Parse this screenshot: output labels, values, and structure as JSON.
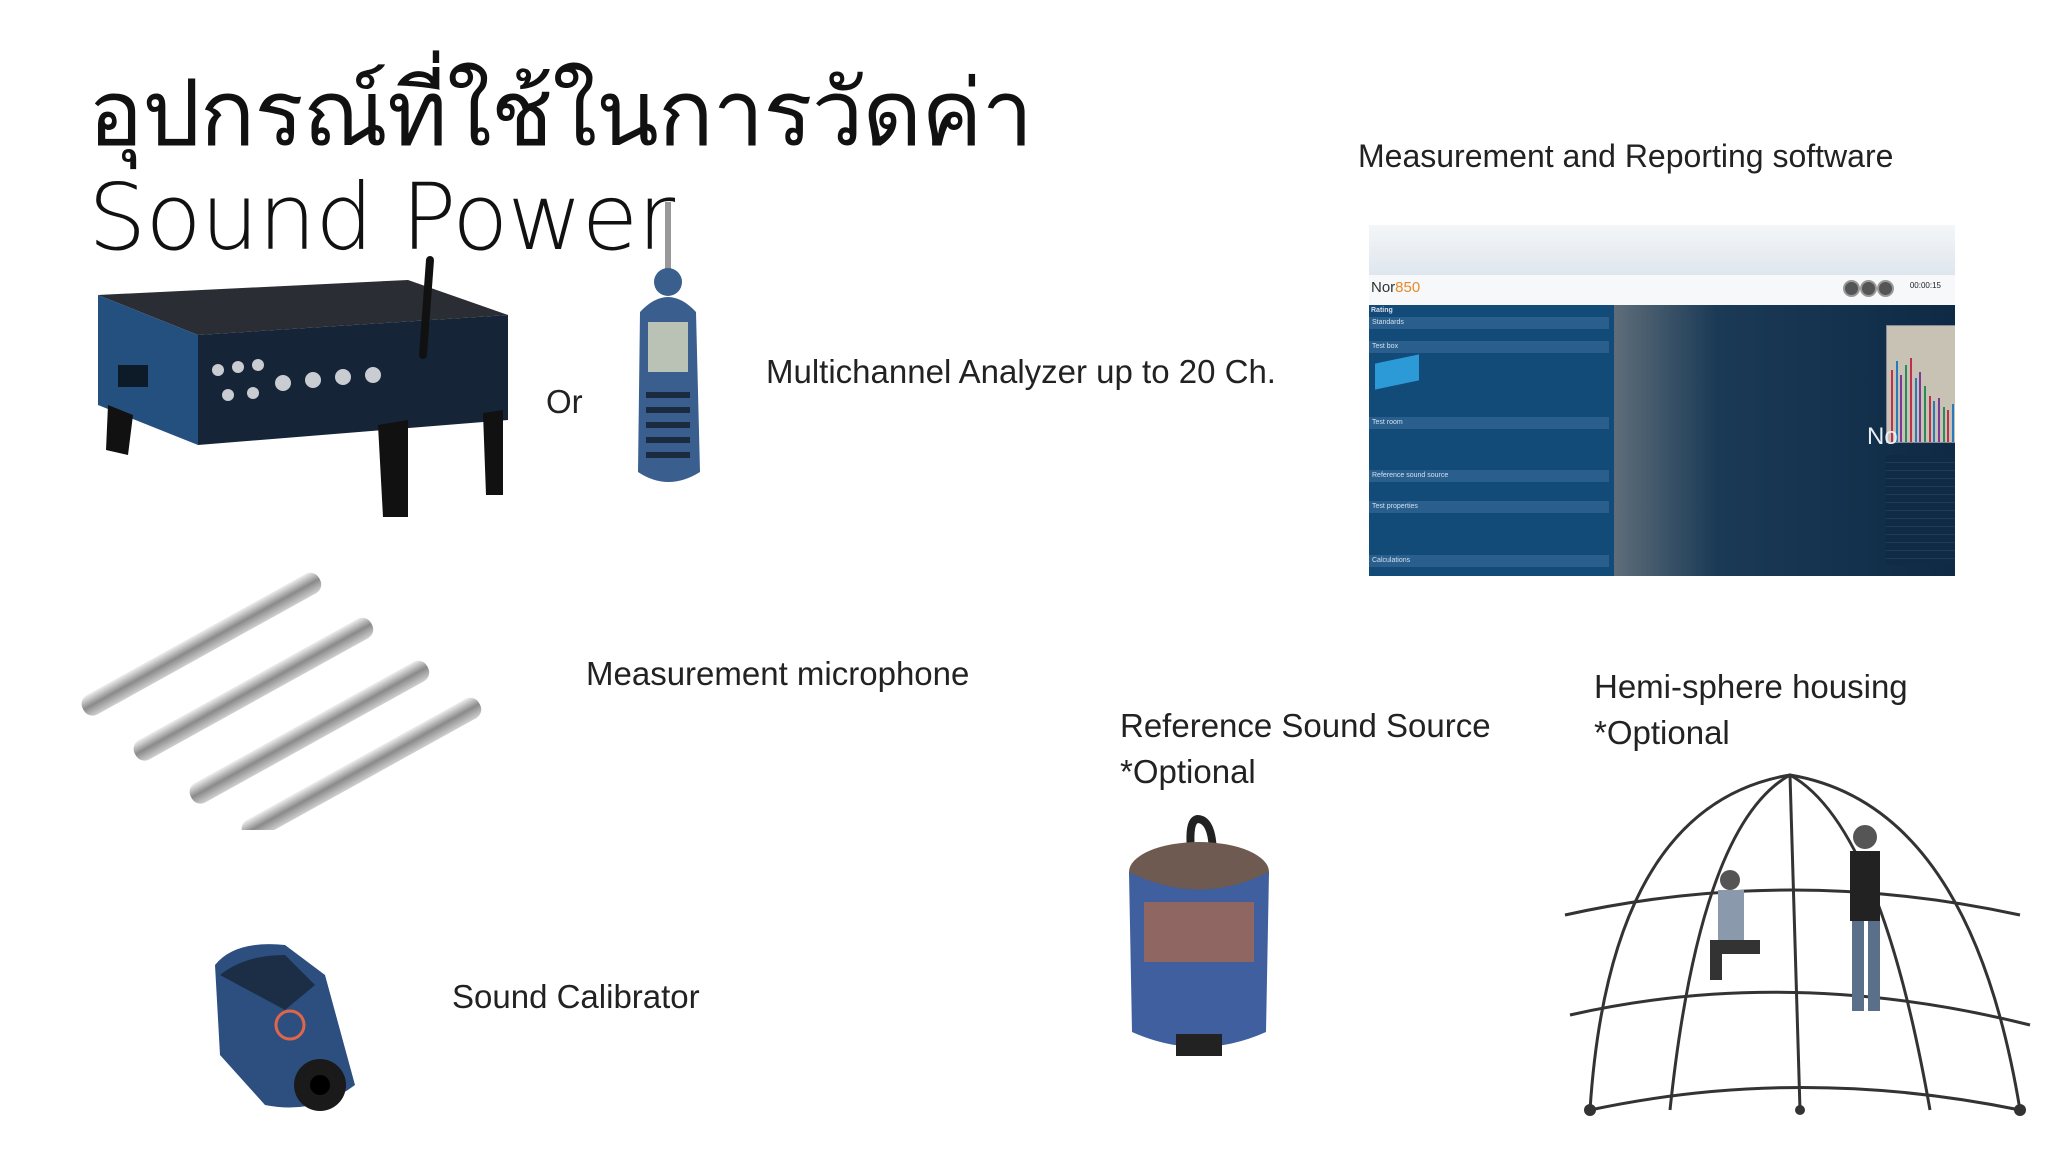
{
  "title": "อุปกรณ์ที่ใช้ในการวัดค่า Sound Power",
  "labels": {
    "software": "Measurement and Reporting software",
    "or": "Or",
    "analyzer": "Multichannel Analyzer up to 20 Ch.",
    "microphone": "Measurement microphone",
    "reference_source_line1": "Reference Sound Source",
    "reference_source_line2": "*Optional",
    "hemisphere_line1": "Hemi-sphere housing",
    "hemisphere_line2": "*Optional",
    "calibrator": "Sound Calibrator"
  },
  "software_screenshot": {
    "product": "Nor",
    "product_number": "850",
    "timer": "00:00:15",
    "panel_title": "Rating",
    "sections": [
      "Standards",
      "Test box",
      "Test room",
      "Reference sound source",
      "Test properties",
      "Calculations"
    ],
    "watermark": "No",
    "bar_levels": [
      62,
      70,
      58,
      66,
      72,
      55,
      60,
      48,
      40,
      35,
      38,
      30,
      28,
      33,
      25,
      22,
      27,
      20,
      24,
      18,
      26,
      21,
      19,
      23,
      17,
      20,
      16,
      22,
      18,
      15,
      19,
      14
    ],
    "bar_colors": [
      "#c0304a",
      "#2a7ab8",
      "#7a3a9a",
      "#2a8a5a"
    ]
  },
  "colors": {
    "device_blue": "#2b4f7a",
    "accent": "#e58a2b"
  }
}
